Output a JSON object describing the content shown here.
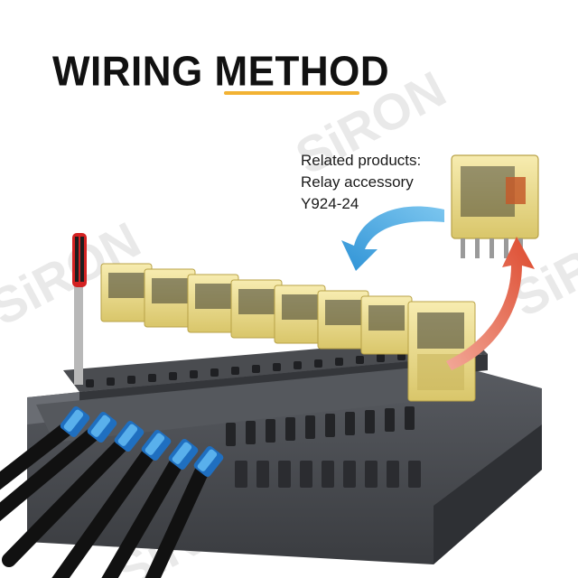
{
  "heading": {
    "title": "WIRING METHOD",
    "accent_color": "#f2b233"
  },
  "related": {
    "line1": "Related products:",
    "line2": "Relay accessory",
    "line3": "Y924-24"
  },
  "watermark": "SiRON",
  "arrows": {
    "blue_color": "#3aa0dc",
    "red_color": "#e05a3c"
  },
  "icons": [
    "screwdriver-icon",
    "relay-icon",
    "cable-icon"
  ]
}
